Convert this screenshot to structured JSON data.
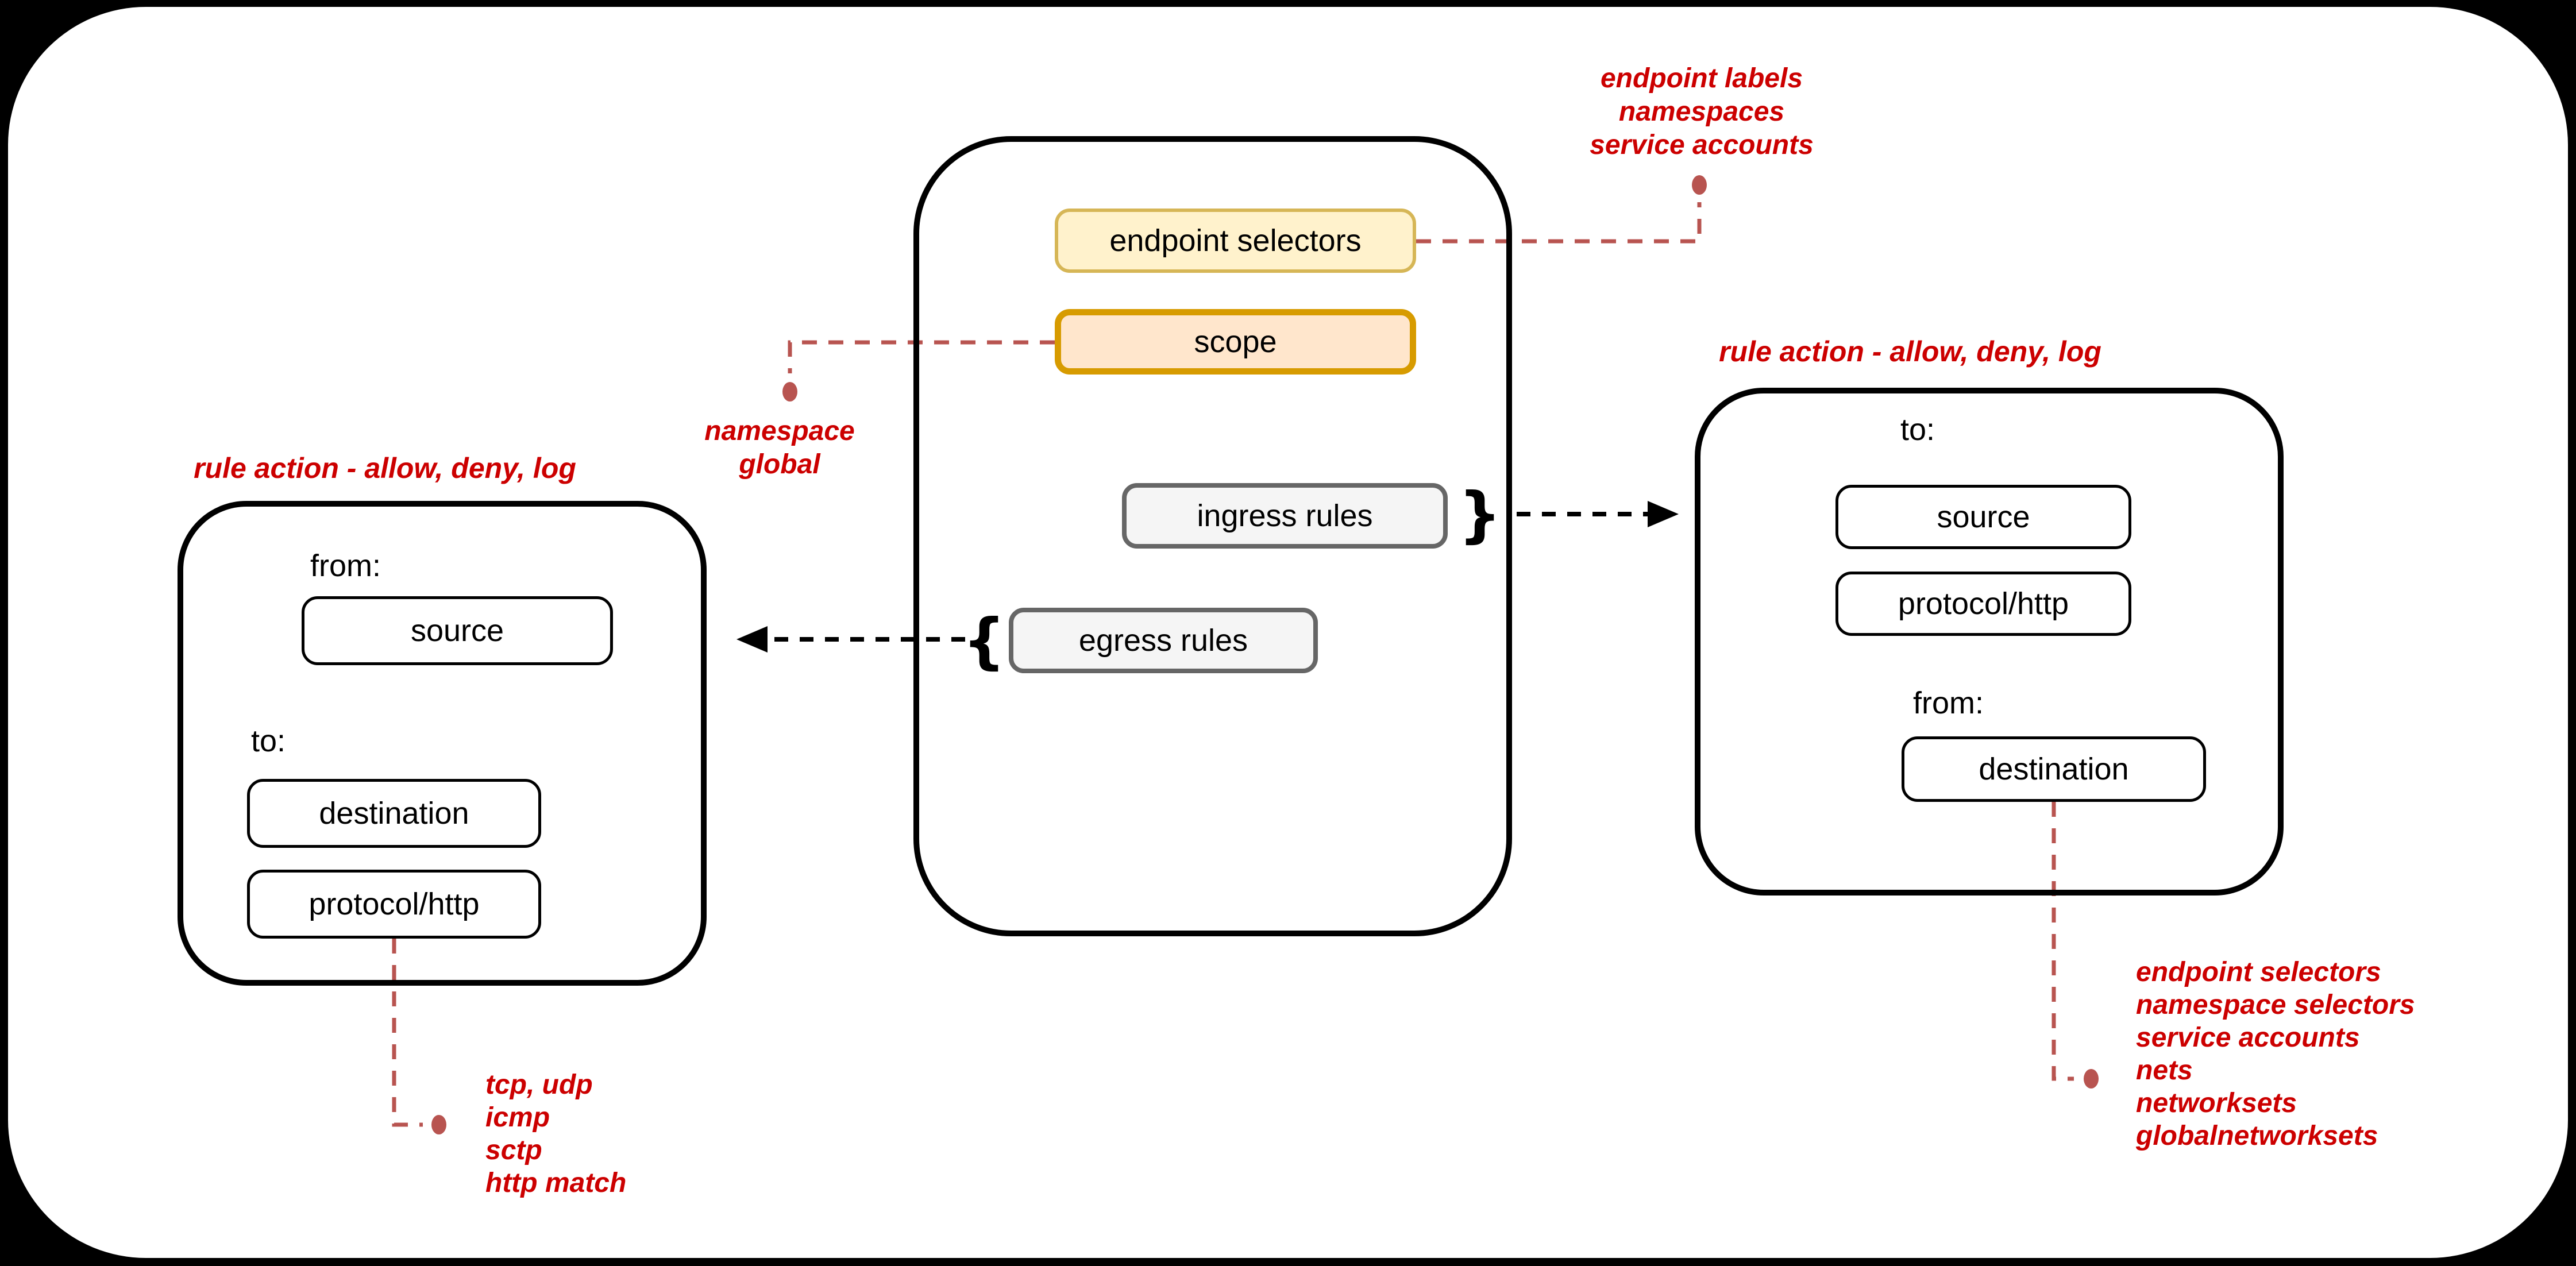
{
  "colors": {
    "background": "#000000",
    "canvas": "#ffffff",
    "annotation_red": "#cc0000",
    "connector_red": "#b85450",
    "black_line": "#000000",
    "endpoint_selectors_fill": "#fff2cc",
    "endpoint_selectors_stroke": "#d6b656",
    "scope_fill": "#ffe6cc",
    "scope_stroke": "#d79b00",
    "rules_fill": "#f5f5f5",
    "rules_stroke": "#666666"
  },
  "policy": {
    "endpoint_selectors": "endpoint selectors",
    "scope": "scope",
    "ingress_rules": "ingress rules",
    "egress_rules": "egress rules",
    "ingress_brace": "}",
    "egress_brace": "{"
  },
  "egress_detail": {
    "title": "rule action - allow, deny, log",
    "from_label": "from:",
    "source": "source",
    "to_label": "to:",
    "destination": "destination",
    "protocol": "protocol/http"
  },
  "ingress_detail": {
    "title": "rule action - allow, deny, log",
    "to_label": "to:",
    "source": "source",
    "protocol": "protocol/http",
    "from_label": "from:",
    "destination": "destination"
  },
  "annotations": {
    "endpoint_selectors_note": [
      "endpoint labels",
      "namespaces",
      "service accounts"
    ],
    "scope_note": [
      "namespace",
      "global"
    ],
    "protocol_note": [
      "tcp, udp",
      "icmp",
      "sctp",
      "http match"
    ],
    "destination_note": [
      "endpoint selectors",
      "namespace selectors",
      "service accounts",
      "nets",
      "networksets",
      "globalnetworksets"
    ]
  }
}
